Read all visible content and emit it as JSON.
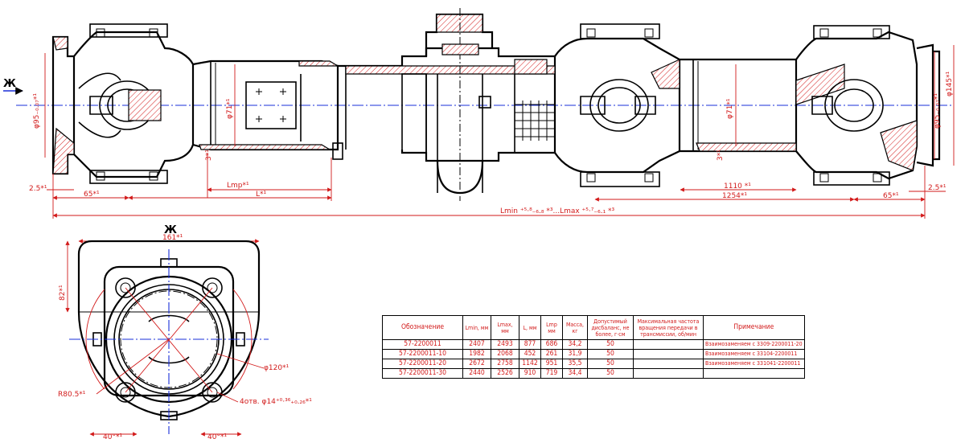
{
  "view_label": "Ж",
  "dimensions": {
    "flange_diam_left": "φ95₋₀.₀₇*¹",
    "flange_diam_right": "φ95₋₀.₀₇*¹",
    "flange_outer_right": "φ145*¹",
    "tube_diam_left": "φ71*¹",
    "tube_diam_right": "φ71*¹",
    "weld_left": "3*¹",
    "weld_right": "3*¹",
    "offset_left": "2.5*¹",
    "offset_right": "2.5*¹",
    "len_65_left": "65*¹",
    "len_65_right": "65*¹",
    "len_lmp": "Lmp*¹",
    "len_l": "L*¹",
    "len_1110": "1110 *¹",
    "len_1254": "1254*¹",
    "len_total": "Lmin ⁺⁵·⁸₋₆.₈ *³...Lmax ⁺⁵·⁷₋₆.₁ *³",
    "view_161": "161*¹",
    "view_82": "82*¹",
    "view_120": "φ120*¹",
    "view_r805": "R80.5*¹",
    "view_holes": "4отв. φ14⁺⁰·³⁶₊₀.₂₆*¹",
    "view_40_left": "40°*¹",
    "view_40_right": "40°*¹"
  },
  "table": {
    "headers": [
      "Обозначение",
      "Lmin, мм",
      "Lmax, мм",
      "L, мм",
      "Lmp мм",
      "Масса, кг",
      "Допустимый дисбаланс, не более, г·см",
      "Максимальная частота вращения передачи в трансмиссии, об/мин",
      "Примечание"
    ],
    "rows": [
      [
        "57-2200011",
        "2407",
        "2493",
        "877",
        "686",
        "34,2",
        "50",
        "",
        "Взаимозаменяем с 3309-2200011-20"
      ],
      [
        "57-2200011-10",
        "1982",
        "2068",
        "452",
        "261",
        "31,9",
        "50",
        "",
        "Взаимозаменяем с 33104-2200011"
      ],
      [
        "57-2200011-20",
        "2672",
        "2758",
        "1142",
        "951",
        "35,5",
        "50",
        "",
        "Взаимозаменяем с 331041-2200011"
      ],
      [
        "57-2200011-30",
        "2440",
        "2526",
        "910",
        "719",
        "34,4",
        "50",
        "",
        ""
      ]
    ]
  }
}
